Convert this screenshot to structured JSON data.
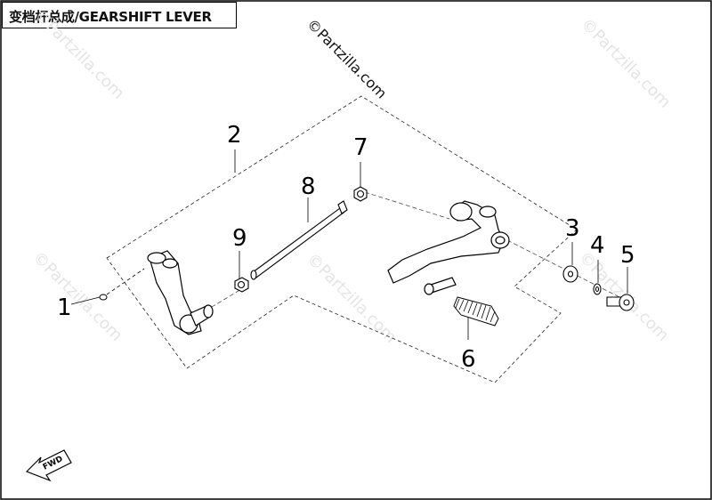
{
  "title": "变档杆总成/GEARSHIFT LEVER",
  "watermark": "©Partzilla.com",
  "fwd_label": "FWD",
  "callouts": [
    {
      "id": "1",
      "label": "1"
    },
    {
      "id": "2",
      "label": "2"
    },
    {
      "id": "3",
      "label": "3"
    },
    {
      "id": "4",
      "label": "4"
    },
    {
      "id": "5",
      "label": "5"
    },
    {
      "id": "6",
      "label": "6"
    },
    {
      "id": "7",
      "label": "7"
    },
    {
      "id": "8",
      "label": "8"
    },
    {
      "id": "9",
      "label": "9"
    }
  ]
}
